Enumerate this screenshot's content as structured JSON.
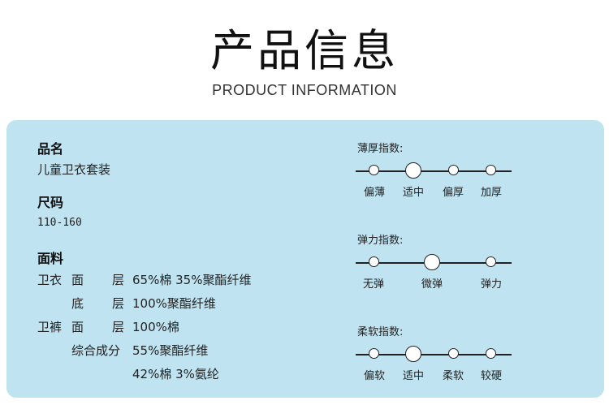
{
  "header": {
    "title_cn": "产品信息",
    "title_en": "PRODUCT INFORMATION"
  },
  "product": {
    "name_label": "品名",
    "name_value": "儿童卫衣套装",
    "size_label": "尺码",
    "size_value": "110-160",
    "fabric_label": "面料",
    "fabric_rows": [
      {
        "group": "卫衣",
        "layer": "面",
        "layer2": "层",
        "content": "65%棉 35%聚酯纤维"
      },
      {
        "group": "",
        "layer": "底",
        "layer2": "层",
        "content": "100%聚酯纤维"
      },
      {
        "group": "卫裤",
        "layer": "面",
        "layer2": "层",
        "content": "100%棉"
      },
      {
        "group": "",
        "layer": "综合成分",
        "layer2": "",
        "content": "55%聚酯纤维"
      },
      {
        "group": "",
        "layer": "",
        "layer2": "",
        "content": "42%棉 3%氨纶"
      }
    ]
  },
  "indices": [
    {
      "title": "薄厚指数:",
      "labels": [
        "偏薄",
        "适中",
        "偏厚",
        "加厚"
      ],
      "selected": 1
    },
    {
      "title": "弹力指数:",
      "labels": [
        "无弹",
        "微弹",
        "弹力"
      ],
      "selected": 1
    },
    {
      "title": "柔软指数:",
      "labels": [
        "偏软",
        "适中",
        "柔软",
        "较硬"
      ],
      "selected": 1
    }
  ],
  "colors": {
    "panel_bg": "#bfe3f0",
    "text": "#1a1a1a"
  }
}
